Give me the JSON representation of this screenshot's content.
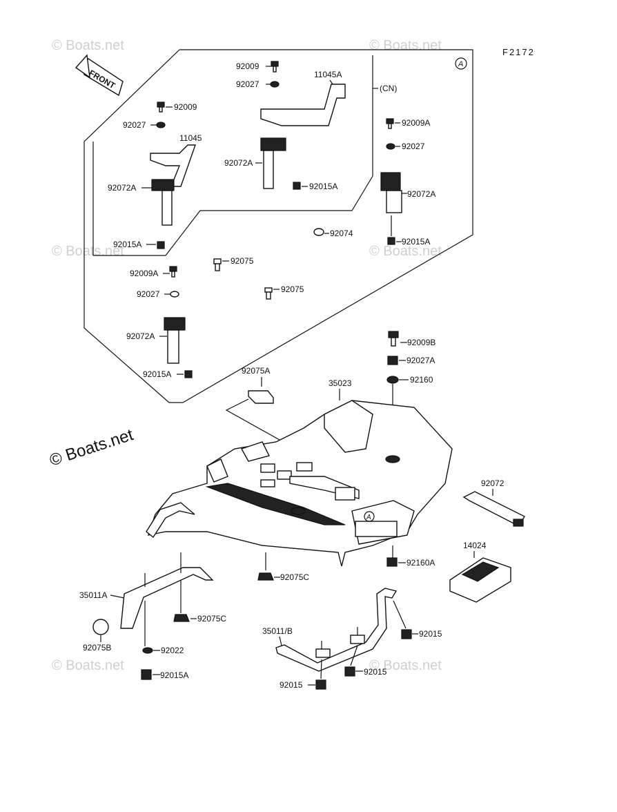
{
  "figure_code": "F2172",
  "front_label": "FRONT",
  "ref_mark": "A",
  "cn_label": "(CN)",
  "watermark": "© Boats.net",
  "parts": {
    "p92009_top": "92009",
    "p92027_top": "92027",
    "p11045A": "11045A",
    "p92009_left": "92009",
    "p92027_left": "92027",
    "p11045": "11045",
    "p92072A_mid": "92072A",
    "p92015A_mid": "92015A",
    "p92072A_left": "92072A",
    "p92015A_left": "92015A",
    "p92009A_right": "92009A",
    "p92027_right": "92027",
    "p92072A_right": "92072A",
    "p92015A_right": "92015A",
    "p92074": "92074",
    "p92075_a": "92075",
    "p92075_b": "92075",
    "p92009A_low": "92009A",
    "p92027_low": "92027",
    "p92072A_low": "92072A",
    "p92015A_low": "92015A",
    "p92009B": "92009B",
    "p92027A": "92027A",
    "p92160": "92160",
    "p92075A": "92075A",
    "p35023": "35023",
    "p92072": "92072",
    "p14024": "14024",
    "p92160A": "92160A",
    "p92075C_mid": "92075C",
    "p35011A": "35011A",
    "p92075C_low": "92075C",
    "p92075B": "92075B",
    "p92022": "92022",
    "p92015A_bottom": "92015A",
    "p35011B": "35011/B",
    "p92015_r": "92015",
    "p92015_m": "92015",
    "p92015_b": "92015"
  }
}
